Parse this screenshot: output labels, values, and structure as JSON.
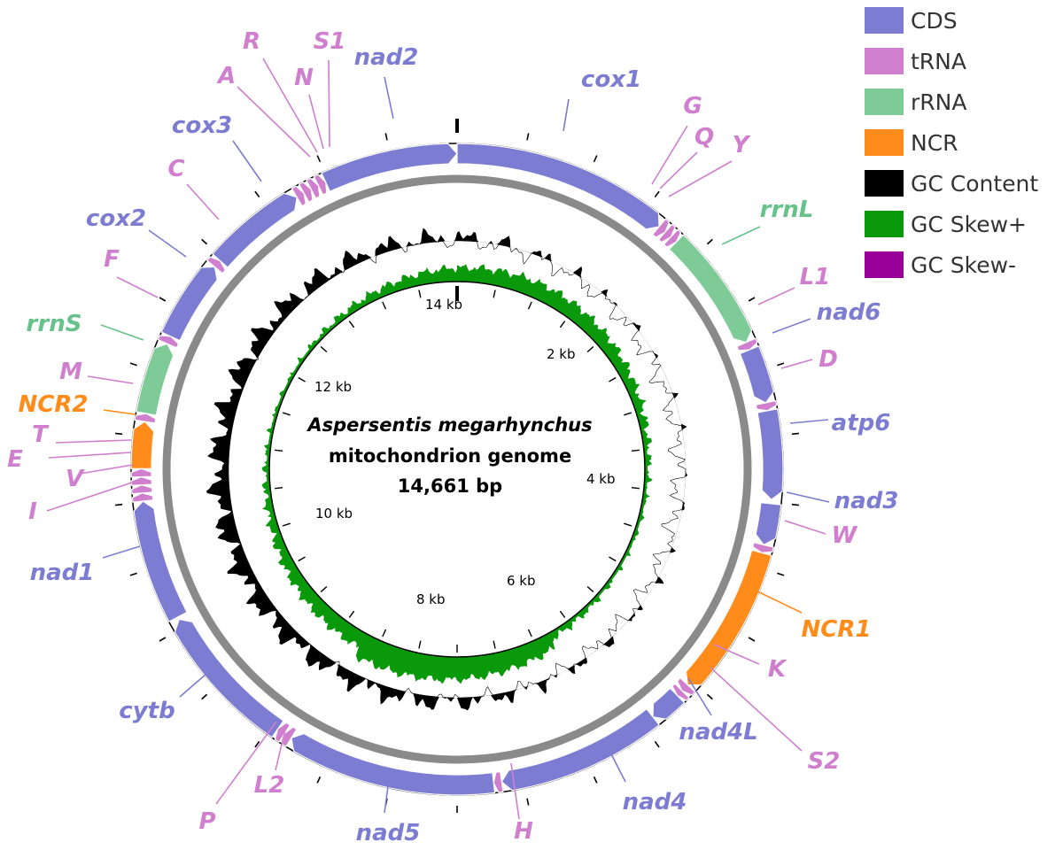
{
  "title": {
    "line1": "Aspersentis megarhynchus",
    "line2": "mitochondrion genome",
    "line3": "14,661 bp"
  },
  "colors": {
    "CDS": "#7c7cd2",
    "tRNA": "#cf7fce",
    "rRNA": "#7fcb98",
    "NCR": "#ff8c1a",
    "gc_content": "#000000",
    "gc_skew_plus": "#0a990a",
    "gc_skew_minus": "#990099",
    "backbone": "#8a8a8a"
  },
  "legend": [
    {
      "label": "CDS",
      "color": "#7c7cd2"
    },
    {
      "label": "tRNA",
      "color": "#cf7fce"
    },
    {
      "label": "rRNA",
      "color": "#7fcb98"
    },
    {
      "label": "NCR",
      "color": "#ff8c1a"
    },
    {
      "label": "GC Content",
      "color": "#000000"
    },
    {
      "label": "GC Skew+",
      "color": "#0a990a"
    },
    {
      "label": "GC Skew-",
      "color": "#990099"
    }
  ],
  "kb_labels": [
    "14 kb",
    "2 kb",
    "12 kb",
    "4 kb",
    "10 kb",
    "6 kb",
    "8 kb"
  ],
  "genome_length": 14661,
  "features": [
    {
      "name": "cox1",
      "type": "CDS",
      "start": 0,
      "end": 1620
    },
    {
      "name": "G",
      "type": "tRNA",
      "start": 1620,
      "end": 1680
    },
    {
      "name": "Q",
      "type": "tRNA",
      "start": 1680,
      "end": 1735
    },
    {
      "name": "Y",
      "type": "tRNA",
      "start": 1735,
      "end": 1790
    },
    {
      "name": "rrnL",
      "type": "rRNA",
      "start": 1790,
      "end": 2700
    },
    {
      "name": "L1",
      "type": "tRNA",
      "start": 2700,
      "end": 2760
    },
    {
      "name": "nad6",
      "type": "CDS",
      "start": 2760,
      "end": 3170
    },
    {
      "name": "D",
      "type": "tRNA",
      "start": 3170,
      "end": 3230
    },
    {
      "name": "atp6",
      "type": "CDS",
      "start": 3230,
      "end": 3890
    },
    {
      "name": "nad3",
      "type": "CDS",
      "start": 3920,
      "end": 4230
    },
    {
      "name": "W",
      "type": "tRNA",
      "start": 4230,
      "end": 4290
    },
    {
      "name": "NCR1",
      "type": "NCR",
      "start": 4290,
      "end": 5420
    },
    {
      "name": "K",
      "type": "tRNA",
      "start": 5420,
      "end": 5480
    },
    {
      "name": "S2",
      "type": "tRNA",
      "start": 5480,
      "end": 5530
    },
    {
      "name": "nad4L",
      "type": "CDS",
      "start": 5530,
      "end": 5770
    },
    {
      "name": "nad4",
      "type": "CDS",
      "start": 5770,
      "end": 7000
    },
    {
      "name": "H",
      "type": "tRNA",
      "start": 7000,
      "end": 7060
    },
    {
      "name": "nad5",
      "type": "CDS",
      "start": 7060,
      "end": 8620
    },
    {
      "name": "L2",
      "type": "tRNA",
      "start": 8620,
      "end": 8680
    },
    {
      "name": "P",
      "type": "tRNA",
      "start": 8680,
      "end": 8740
    },
    {
      "name": "cytb",
      "type": "CDS",
      "start": 8740,
      "end": 9840
    },
    {
      "name": "nad1",
      "type": "CDS",
      "start": 9860,
      "end": 10760
    },
    {
      "name": "I",
      "type": "tRNA",
      "start": 10760,
      "end": 10820
    },
    {
      "name": "V",
      "type": "tRNA",
      "start": 10820,
      "end": 10880
    },
    {
      "name": "E",
      "type": "tRNA",
      "start": 10880,
      "end": 10940
    },
    {
      "name": "T",
      "type": "tRNA",
      "start": 10940,
      "end": 11000
    },
    {
      "name": "NCR2",
      "type": "NCR",
      "start": 11000,
      "end": 11350
    },
    {
      "name": "M",
      "type": "tRNA",
      "start": 11350,
      "end": 11410
    },
    {
      "name": "rrnS",
      "type": "rRNA",
      "start": 11410,
      "end": 11950
    },
    {
      "name": "F",
      "type": "tRNA",
      "start": 11950,
      "end": 12010
    },
    {
      "name": "cox2",
      "type": "CDS",
      "start": 12010,
      "end": 12620
    },
    {
      "name": "C",
      "type": "tRNA",
      "start": 12620,
      "end": 12680
    },
    {
      "name": "cox3",
      "type": "CDS",
      "start": 12680,
      "end": 13420
    },
    {
      "name": "A",
      "type": "tRNA",
      "start": 13420,
      "end": 13480
    },
    {
      "name": "R",
      "type": "tRNA",
      "start": 13480,
      "end": 13540
    },
    {
      "name": "N",
      "type": "tRNA",
      "start": 13540,
      "end": 13600
    },
    {
      "name": "S1",
      "type": "tRNA",
      "start": 13600,
      "end": 13660
    },
    {
      "name": "nad2",
      "type": "CDS",
      "start": 13660,
      "end": 14661
    }
  ]
}
